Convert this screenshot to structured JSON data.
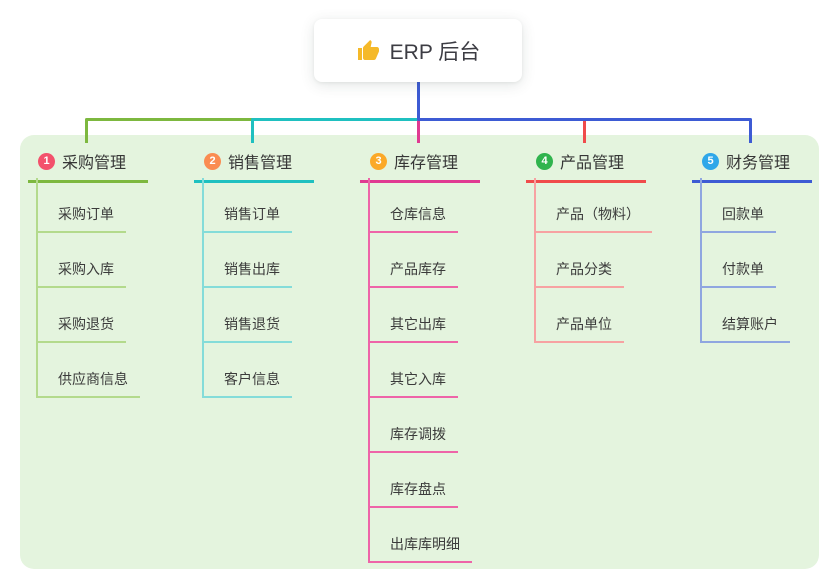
{
  "canvas_background": "#e4f4de",
  "root": {
    "label": "ERP 后台",
    "icon": "thumbs-up",
    "icon_color": "#f5b929"
  },
  "branches": [
    {
      "index": "1",
      "label": "采购管理",
      "badge_color": "#f3516c",
      "color": "#7db83f",
      "light_color": "#b3da8c",
      "children": [
        "采购订单",
        "采购入库",
        "采购退货",
        "供应商信息"
      ]
    },
    {
      "index": "2",
      "label": "销售管理",
      "badge_color": "#fa8c51",
      "color": "#1fc0c0",
      "light_color": "#84dcd9",
      "children": [
        "销售订单",
        "销售出库",
        "销售退货",
        "客户信息"
      ]
    },
    {
      "index": "3",
      "label": "库存管理",
      "badge_color": "#fba928",
      "color": "#e03a92",
      "light_color": "#ee64a8",
      "children": [
        "仓库信息",
        "产品库存",
        "其它出库",
        "其它入库",
        "库存调拨",
        "库存盘点",
        "出库库明细"
      ]
    },
    {
      "index": "4",
      "label": "产品管理",
      "badge_color": "#30b44e",
      "color": "#f04b4b",
      "light_color": "#f7a2a2",
      "children": [
        "产品（物料）",
        "产品分类",
        "产品单位"
      ]
    },
    {
      "index": "5",
      "label": "财务管理",
      "badge_color": "#2fa7e9",
      "color": "#3d5bd4",
      "light_color": "#8fa6e0",
      "children": [
        "回款单",
        "付款单",
        "结算账户"
      ]
    }
  ]
}
